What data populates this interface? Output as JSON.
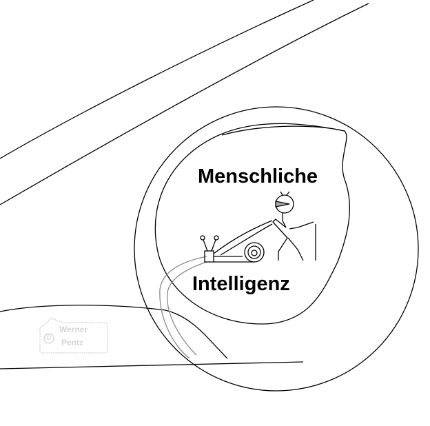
{
  "illustration": {
    "title_line1": "Menschliche",
    "title_line2": "Intelligenz"
  },
  "watermark": {
    "copyright_symbol": "©",
    "name_line1": "Werner",
    "name_line2": "Pentz"
  },
  "colors": {
    "ink": "#000000",
    "watermark": "#d4d4d4",
    "visor": "#aaaaaa"
  }
}
